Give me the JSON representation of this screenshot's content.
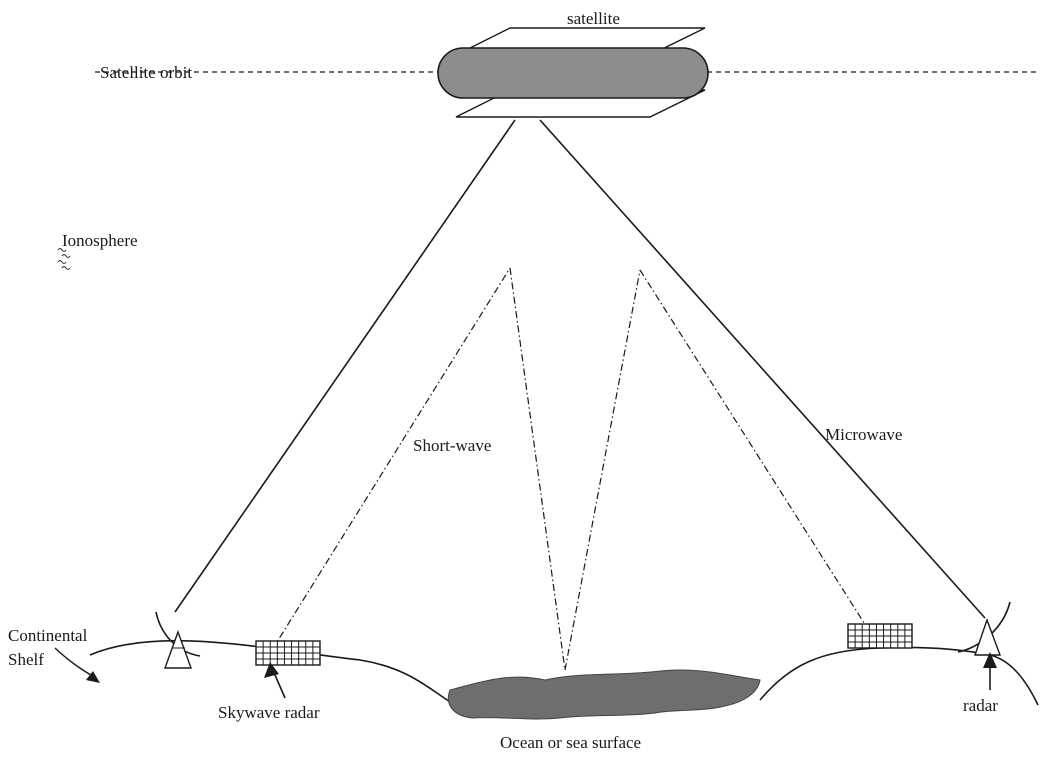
{
  "labels": {
    "satellite": "satellite",
    "satellite_orbit": "Satellite orbit",
    "ionosphere": "Ionosphere",
    "short_wave": "Short-wave",
    "microwave": "Microwave",
    "continental_shelf_line1": "Continental",
    "continental_shelf_line2": "Shelf",
    "skywave_radar": "Skywave radar",
    "radar": "radar",
    "ocean": "Ocean or sea surface"
  },
  "colors": {
    "ink": "#1a1a1a",
    "satellite_body": "#8c8c8c",
    "ocean": "#6e6e6e",
    "background": "#ffffff"
  }
}
